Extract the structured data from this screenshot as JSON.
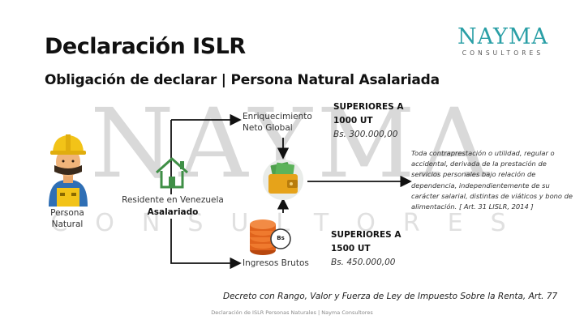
{
  "header": {
    "title": "Declaración ISLR",
    "subtitle": "Obligación de declarar | Persona Natural Asalariada"
  },
  "logo": {
    "word": "NAYMA",
    "tagline": "CONSULTORES"
  },
  "watermark": {
    "word": "NAYMA",
    "tagline": "CONSULTORES"
  },
  "diagram": {
    "person_label_line1": "Persona",
    "person_label_line2": "Natural",
    "residence_label": "Residente en Venezuela",
    "salaried_label": "Asalariado",
    "net_label_line1": "Enriquecimiento",
    "net_label_line2": "Neto Global",
    "gross_label": "Ingresos Brutos",
    "coin_badge": "Bs",
    "upper": {
      "line1": "SUPERIORES A",
      "line2": "1000 UT",
      "amount": "Bs. 300.000,00"
    },
    "lower": {
      "line1": "SUPERIORES A",
      "line2": "1500 UT",
      "amount": "Bs. 450.000,00"
    },
    "description": "Toda contraprestación o utilidad, regular o accidental, derivada de la prestación de servicios personales bajo relación de dependencia, independientemente de su carácter salarial, distintas de viáticos y bono de alimentación. [ Art. 31 LISLR, 2014 ]"
  },
  "decree": "Decreto con Rango, Valor y Fuerza de Ley de Impuesto Sobre la Renta, Art. 77",
  "footer": "Declaración de ISLR Personas Naturales | Nayma Consultores",
  "colors": {
    "brand": "#2a9fa6",
    "house": "#3f8f46",
    "wallet": "#e6a31a",
    "coins": "#e0631c",
    "helmet": "#f2c318"
  }
}
